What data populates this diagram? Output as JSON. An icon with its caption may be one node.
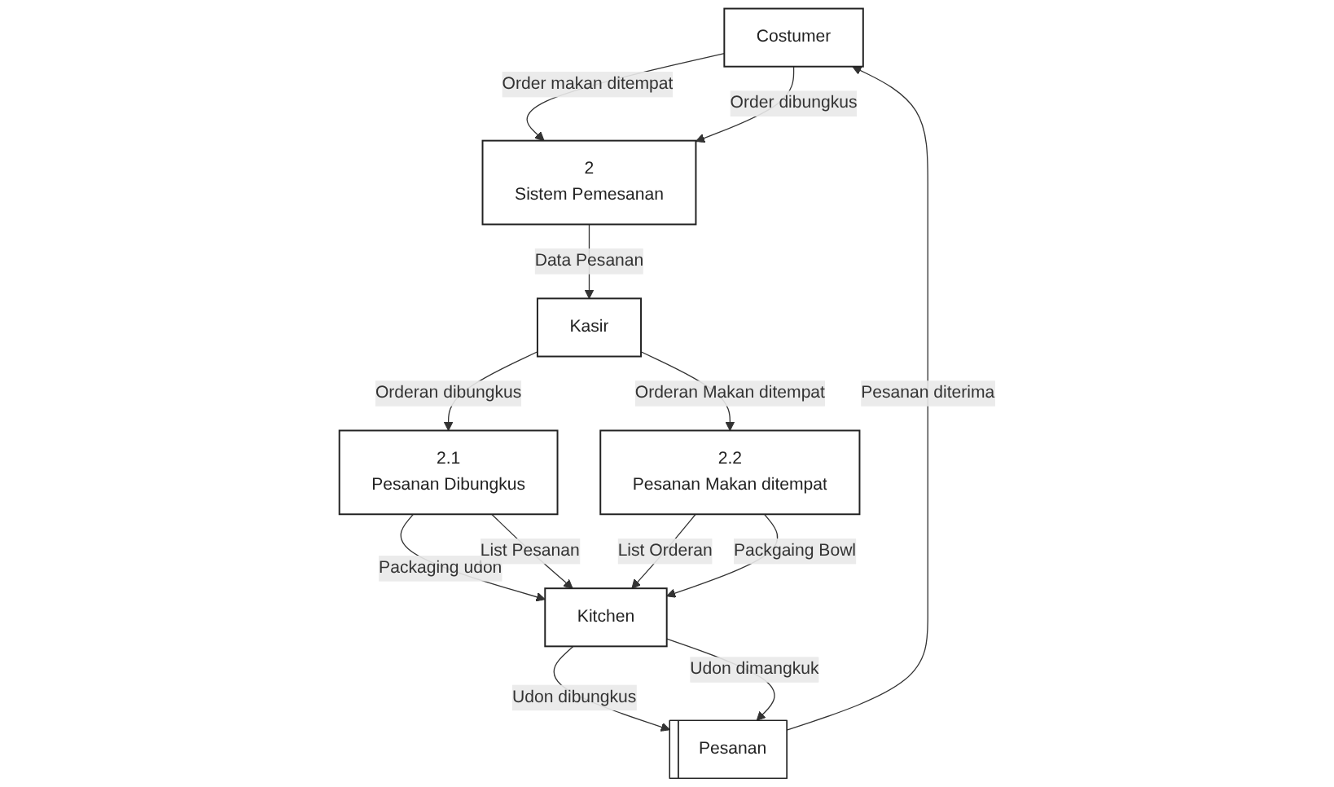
{
  "diagram": {
    "nodes": [
      {
        "text": [
          "Costumer"
        ]
      },
      {
        "text": [
          "2",
          "Sistem Pemesanan"
        ]
      },
      {
        "text": [
          "Kasir"
        ]
      },
      {
        "text": [
          "2.1",
          "Pesanan Dibungkus"
        ]
      },
      {
        "text": [
          "2.2",
          "Pesanan Makan ditempat"
        ]
      },
      {
        "text": [
          "Pesanan"
        ]
      },
      {
        "text": [
          "Kitchen"
        ]
      }
    ],
    "edges": [
      {
        "from": 0,
        "to": 1,
        "arrow": "to",
        "label": "Order makan ditempat"
      },
      {
        "from": 0,
        "to": 1,
        "arrow": "to",
        "label": "Order dibungkus"
      },
      {
        "from": 1,
        "to": 2,
        "arrow": "to",
        "label": "Data Pesanan"
      },
      {
        "from": 2,
        "to": 3,
        "arrow": "to",
        "label": "Orderan dibungkus"
      },
      {
        "from": 2,
        "to": 4,
        "arrow": "to",
        "label": "Orderan Makan ditempat"
      },
      {
        "from": 3,
        "to": 6,
        "arrow": "to",
        "label": "Packaging udon"
      },
      {
        "from": 3,
        "to": 6,
        "arrow": "to",
        "label": "List Pesanan"
      },
      {
        "from": 4,
        "to": 6,
        "arrow": "to",
        "label": "List Orderan"
      },
      {
        "from": 4,
        "to": 6,
        "arrow": "to",
        "label": "Packgaing Bowl"
      },
      {
        "from": 6,
        "to": 5,
        "arrow": "to",
        "label": "Udon dibungkus"
      },
      {
        "from": 6,
        "to": 5,
        "arrow": "to",
        "label": "Udon dimangkuk"
      },
      {
        "from": 5,
        "to": 0,
        "arrow": "to",
        "label": "Pesanan diterima"
      }
    ]
  }
}
